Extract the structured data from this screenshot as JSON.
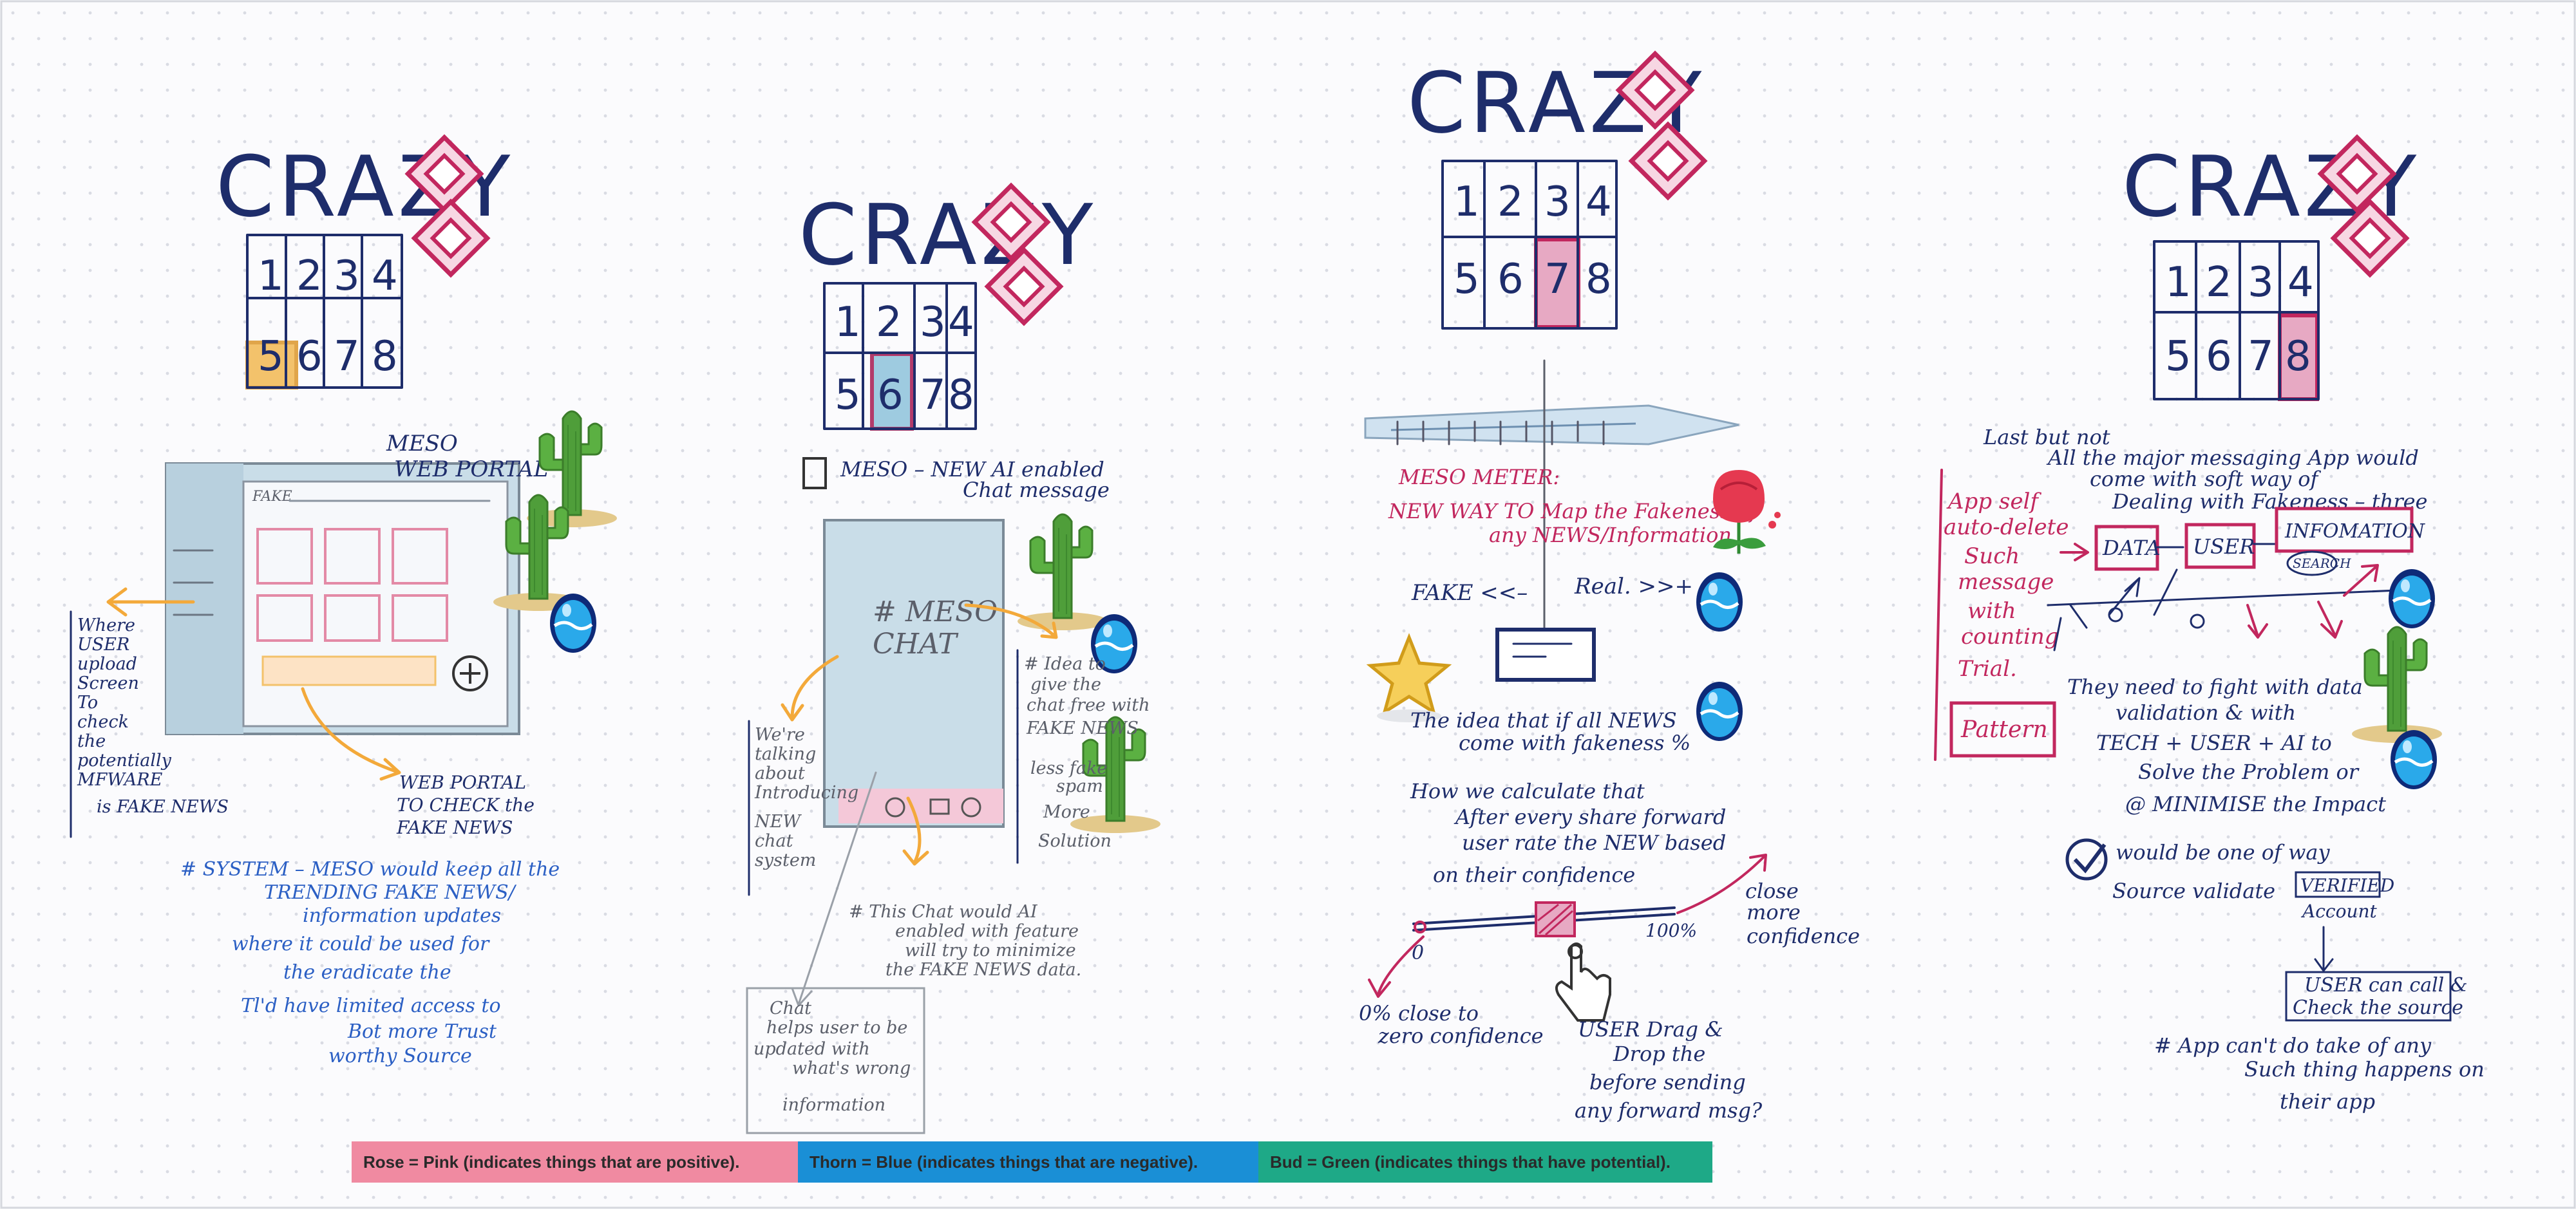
{
  "legend": {
    "rose": "Rose = Pink (indicates things that are positive).",
    "thorn": "Thorn = Blue (indicates things that are negative).",
    "bud": "Bud = Green (indicates things that have potential).",
    "colors": {
      "rose": "#f08aa1",
      "thorn": "#1a8fd6",
      "bud": "#1ea987"
    }
  },
  "icons": [
    "cactus-icon",
    "water-egg-icon",
    "rose-icon",
    "star-icon",
    "plus-icon",
    "checkmark-icon",
    "cursor-hand-icon",
    "thermometer-icon"
  ],
  "boards": [
    {
      "title": "CRAZY",
      "grid": [
        "1",
        "2",
        "3",
        "4",
        "5",
        "6",
        "7",
        "8"
      ],
      "highlight": {
        "cell": "5",
        "color": "#f3c26b"
      },
      "mock_header": "FAKE",
      "labels": {
        "portal": [
          "MESO",
          "WEB PORTAL"
        ],
        "left_note": [
          "Where",
          "USER",
          "upload",
          "Screen",
          "To",
          "check",
          "the",
          "potentially",
          "MFWARE",
          "is FAKE NEWS"
        ],
        "right_note": [
          "WEB PORTAL",
          "TO CHECK the",
          "FAKE NEWS"
        ],
        "summary": [
          "# SYSTEM – MESO would keep all the",
          "TRENDING FAKE NEWS/",
          "information updates",
          "where it could be used for",
          "the eradicate the",
          "Tl'd have limited access to",
          "Bot more Trust",
          "worthy Source"
        ]
      }
    },
    {
      "title": "CRAZY",
      "grid": [
        "1",
        "2",
        "3",
        "4",
        "5",
        "6",
        "7",
        "8"
      ],
      "highlight": {
        "cell": "6",
        "color": "#9ecbe0"
      },
      "labels": {
        "header": [
          "MESO – NEW AI enabled",
          "Chat message"
        ],
        "screen": [
          "# MESO",
          "CHAT"
        ],
        "left_note": [
          "We're",
          "talking",
          "about",
          "Introducing",
          "NEW",
          "chat",
          "system"
        ],
        "right_note": [
          "# Idea to",
          "give the",
          "chat free with",
          "FAKE NEWS",
          "less fake",
          "spam",
          "More",
          "Solution"
        ],
        "ai_note": [
          "# This Chat would AI",
          "enabled with feature",
          "will try to minimize",
          "the FAKE NEWS data."
        ],
        "bottom_note": [
          "Chat",
          "helps user to be",
          "updated with",
          "what's wrong",
          "information"
        ]
      }
    },
    {
      "title": "CRAZY",
      "grid": [
        "1",
        "2",
        "3",
        "4",
        "5",
        "6",
        "7",
        "8"
      ],
      "highlight": {
        "cell": "7",
        "color": "#e7a9c3"
      },
      "labels": {
        "meter": [
          "MESO METER:",
          "NEW WAY TO Map the Fakeness of",
          "any NEWS/Information"
        ],
        "scale": [
          "FAKE <<–",
          "Real. >>+"
        ],
        "idea": [
          "The idea that if all NEWS",
          "come with fakeness %"
        ],
        "calc": [
          "How we calculate that",
          "After every share forward",
          "user rate the NEW based",
          "on their confidence"
        ],
        "slider": [
          "0",
          "100%"
        ],
        "left_bottom": [
          "0% close to",
          "zero confidence"
        ],
        "right_bottom": [
          "close",
          "more",
          "confidence"
        ],
        "drag": [
          "USER Drag &",
          "Drop the",
          "before sending",
          "any forward msg?"
        ]
      }
    },
    {
      "title": "CRAZY",
      "grid": [
        "1",
        "2",
        "3",
        "4",
        "5",
        "6",
        "7",
        "8"
      ],
      "highlight": {
        "cell": "8.",
        "color": "#e7a9c3"
      },
      "labels": {
        "intro": [
          "Last but not",
          "All the major messaging App would",
          "come with soft way of",
          "Dealing with Fakeness – three"
        ],
        "side": [
          "App self",
          "auto-delete",
          "Such",
          "message",
          "with",
          "counting",
          "Trial."
        ],
        "boxes": [
          "DATA",
          "USER",
          "INFOMATION",
          "SEARCH"
        ],
        "pattern": "Pattern",
        "needs": [
          "They need to fight with data",
          "validation & with",
          "TECH + USER + AI to",
          "Solve the Problem or",
          "@ MINIMISE the Impact"
        ],
        "verify": [
          "would be one of way",
          "Source validate",
          "VERIFIED",
          "Account"
        ],
        "check": [
          "USER can call &",
          "Check the source"
        ],
        "footer": [
          "# App can't do take of any",
          "Such thing happens on",
          "their app"
        ]
      }
    }
  ]
}
